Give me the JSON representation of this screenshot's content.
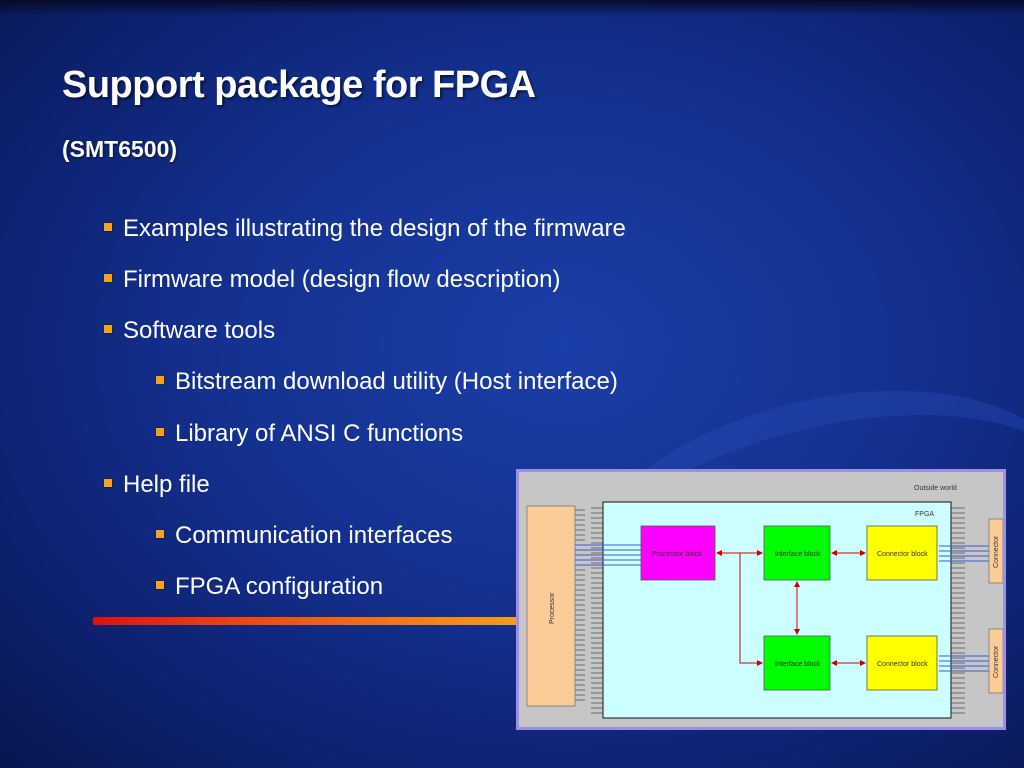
{
  "slide": {
    "title": "Support package for FPGA",
    "subtitle": "(SMT6500)",
    "bullets": [
      {
        "level": 1,
        "text": "Examples illustrating the design of the firmware"
      },
      {
        "level": 1,
        "text": "Firmware model (design flow description)"
      },
      {
        "level": 1,
        "text": "Software tools"
      },
      {
        "level": 2,
        "text": "Bitstream download utility (Host interface)"
      },
      {
        "level": 2,
        "text": "Library of ANSI C functions"
      },
      {
        "level": 1,
        "text": "Help file"
      },
      {
        "level": 2,
        "text": "Communication interfaces"
      },
      {
        "level": 2,
        "text": "FPGA configuration"
      }
    ]
  },
  "diagram": {
    "outside_world": "Outside world",
    "fpga": "FPGA",
    "processor": "Processor",
    "processor_block": "Processor block",
    "interface_block_top": "Interface block",
    "interface_block_bottom": "Interface block",
    "connector_block_top": "Connector block",
    "connector_block_bottom": "Connector block",
    "connector_top": "Connector",
    "connector_bottom": "Connector"
  },
  "colors": {
    "bullet_marker": "#f6a21a",
    "processor_block": "#ff00ff",
    "interface_block": "#00ff00",
    "connector_block": "#ffff00",
    "fpga_fill": "#ccffff",
    "processor_fill": "#fbcb98",
    "arrow": "#cc0000"
  }
}
